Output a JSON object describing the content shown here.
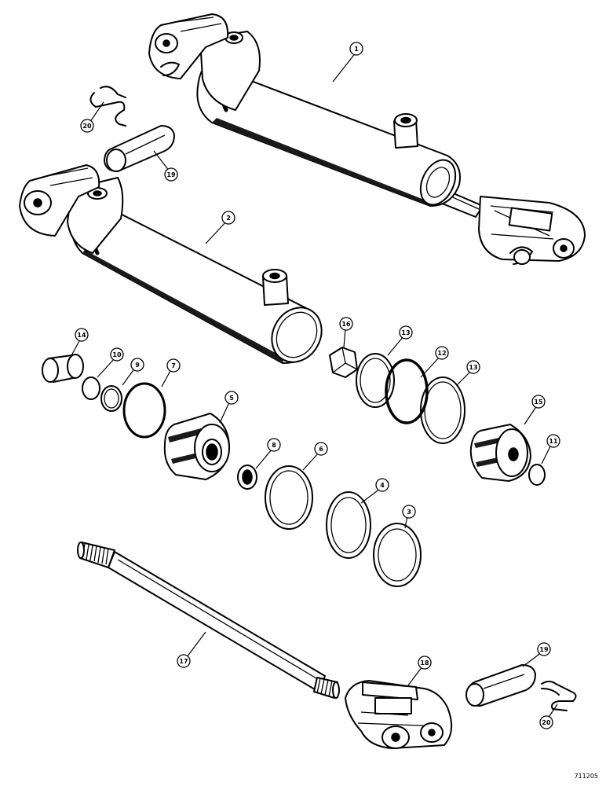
{
  "callouts": [
    {
      "num": "1"
    },
    {
      "num": "2"
    },
    {
      "num": "3"
    },
    {
      "num": "4"
    },
    {
      "num": "5"
    },
    {
      "num": "6"
    },
    {
      "num": "7"
    },
    {
      "num": "8"
    },
    {
      "num": "9"
    },
    {
      "num": "10"
    },
    {
      "num": "11"
    },
    {
      "num": "12"
    },
    {
      "num": "13"
    },
    {
      "num": "13"
    },
    {
      "num": "14"
    },
    {
      "num": "15"
    },
    {
      "num": "16"
    },
    {
      "num": "17"
    },
    {
      "num": "18"
    },
    {
      "num": "19"
    },
    {
      "num": "19"
    },
    {
      "num": "20"
    },
    {
      "num": "20"
    }
  ],
  "figure_ref": "711205"
}
